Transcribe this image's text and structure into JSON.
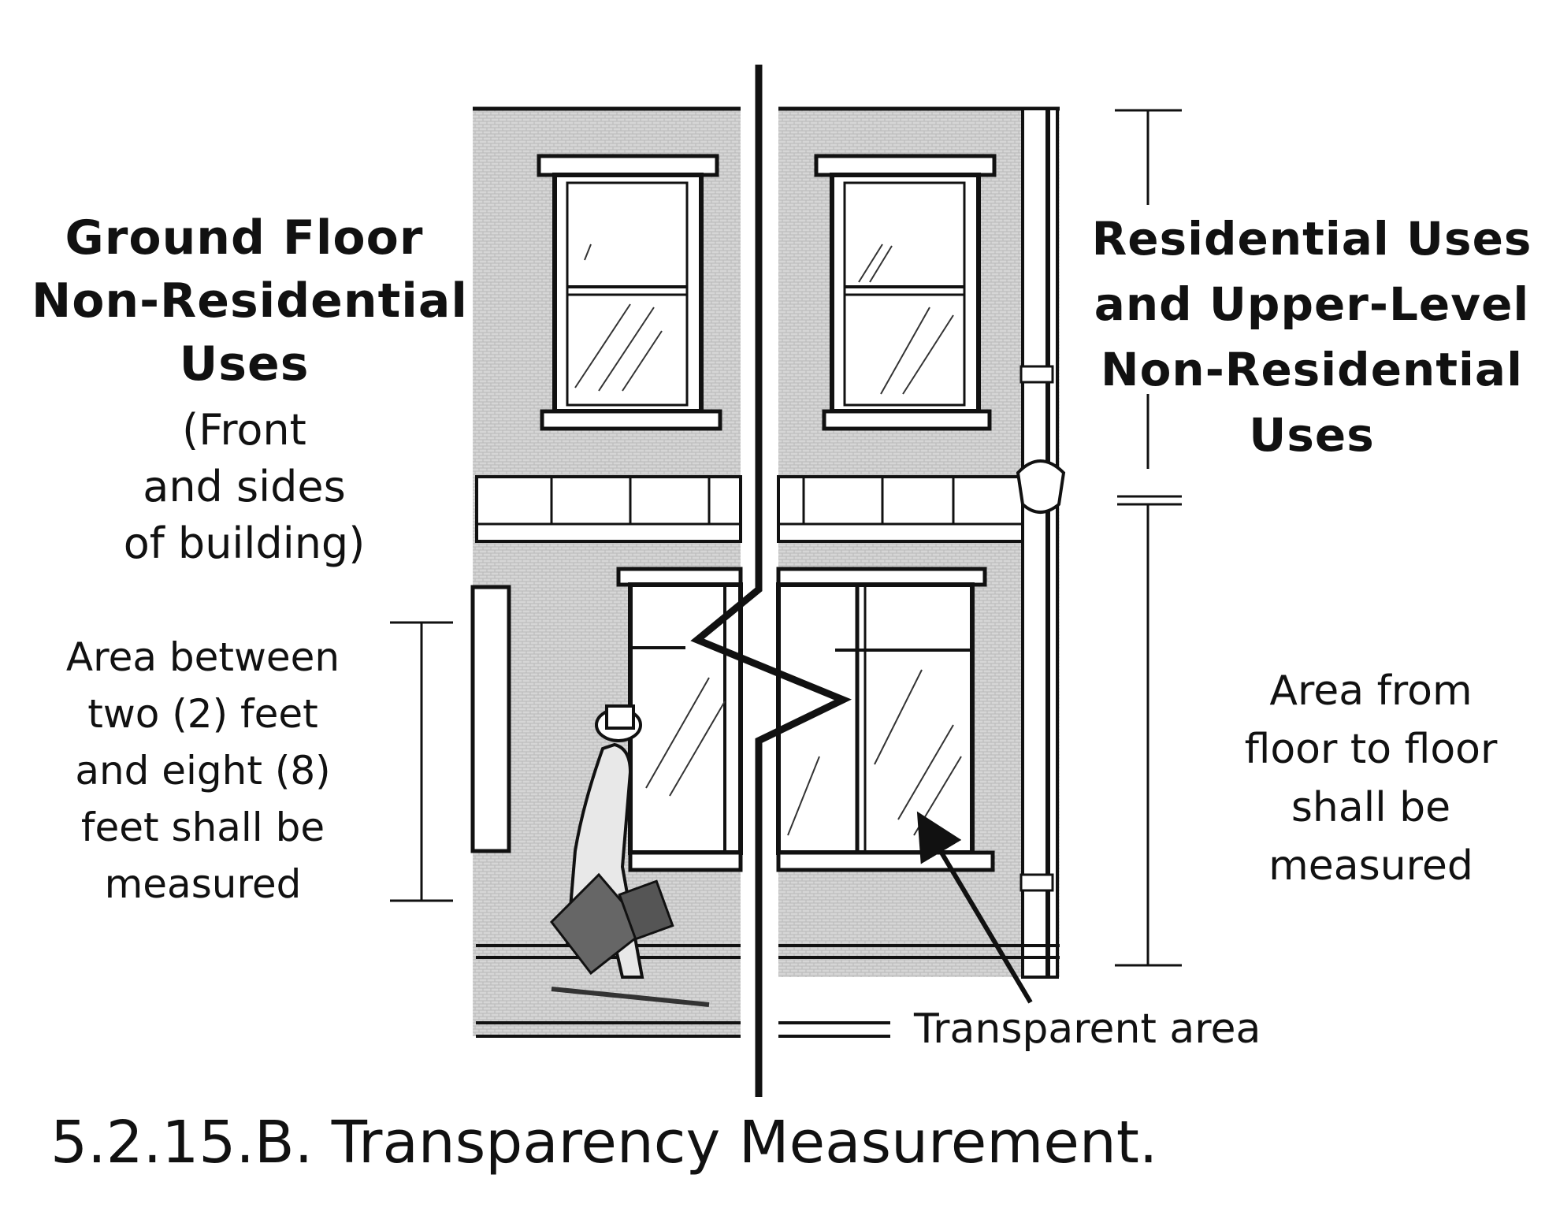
{
  "left_label": {
    "heading": [
      "Ground Floor",
      "Non-Residential",
      "Uses"
    ],
    "note": [
      "(Front",
      "and sides",
      "of building)"
    ]
  },
  "right_label": {
    "heading": [
      "Residential Uses",
      "and Upper-Level",
      "Non-Residential",
      "Uses"
    ]
  },
  "left_measure_text": [
    "Area between",
    "two (2) feet",
    "and eight (8)",
    "feet shall be",
    "measured"
  ],
  "right_measure_text": [
    "Area from",
    "floor to floor",
    "shall be",
    "measured"
  ],
  "callout": "Transparent area",
  "caption": "5.2.15.B. Transparency Measurement.",
  "colors": {
    "ink": "#111111",
    "texture": "#cfcfcf",
    "glass": "#ffffff",
    "background": "#ffffff"
  }
}
